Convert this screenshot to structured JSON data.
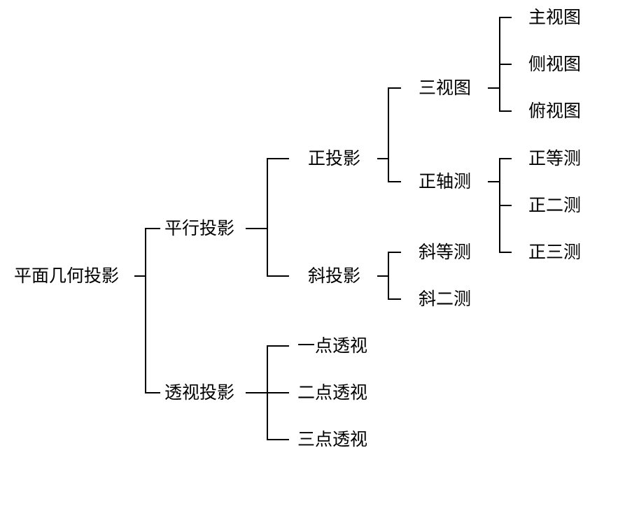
{
  "tree": {
    "label": "平面几何投影",
    "children": [
      {
        "label": "平行投影",
        "children": [
          {
            "label": "正投影",
            "children": [
              {
                "label": "三视图",
                "children": [
                  {
                    "label": "主视图"
                  },
                  {
                    "label": "侧视图"
                  },
                  {
                    "label": "俯视图"
                  }
                ]
              },
              {
                "label": "正轴测",
                "children": [
                  {
                    "label": "正等测"
                  },
                  {
                    "label": "正二测"
                  },
                  {
                    "label": "正三测"
                  }
                ]
              }
            ]
          },
          {
            "label": "斜投影",
            "children": [
              {
                "label": "斜等测"
              },
              {
                "label": "斜二测"
              }
            ]
          }
        ]
      },
      {
        "label": "透视投影",
        "children": [
          {
            "label": "一点透视"
          },
          {
            "label": "二点透视"
          },
          {
            "label": "三点透视"
          }
        ]
      }
    ]
  }
}
